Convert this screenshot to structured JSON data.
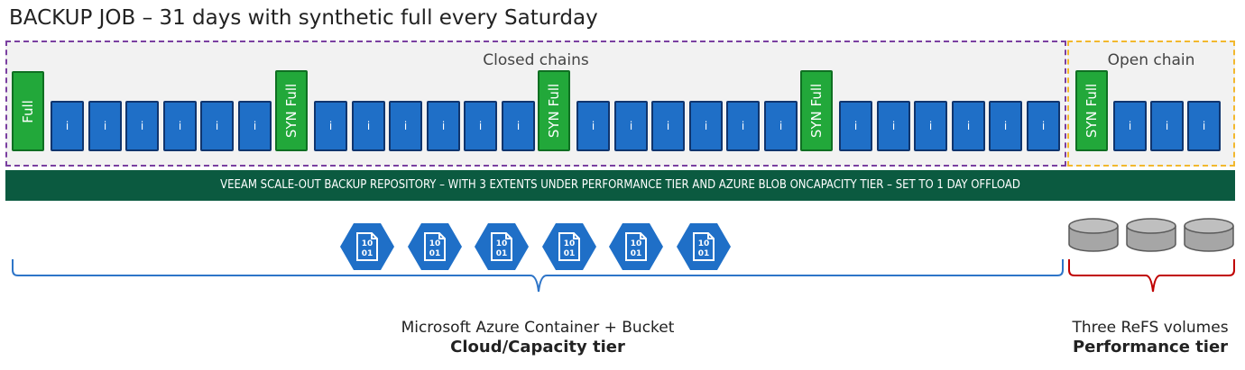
{
  "title": "BACKUP JOB – 31 days with synthetic full every Saturday",
  "zones": {
    "closed_label": "Closed chains",
    "open_label": "Open chain"
  },
  "labels": {
    "full": "Full",
    "syn_full": "SYN Full",
    "incremental": "i"
  },
  "closed_chain_blocks": [
    "Full",
    "i",
    "i",
    "i",
    "i",
    "i",
    "i",
    "SYN Full",
    "i",
    "i",
    "i",
    "i",
    "i",
    "i",
    "SYN Full",
    "i",
    "i",
    "i",
    "i",
    "i",
    "i",
    "SYN Full",
    "i",
    "i",
    "i",
    "i",
    "i",
    "i"
  ],
  "open_chain_blocks": [
    "SYN Full",
    "i",
    "i",
    "i"
  ],
  "repository_banner": "VEEAM SCALE-OUT BACKUP REPOSITORY – WITH 3 EXTENTS UNDER PERFORMANCE TIER AND AZURE BLOB ONCAPACITY TIER – SET TO 1 DAY OFFLOAD",
  "cloud": {
    "object_count": 6,
    "object_glyph_top": "10",
    "object_glyph_bottom": "01",
    "caption": "Microsoft Azure Container + Bucket",
    "tier": "Cloud/Capacity tier"
  },
  "performance": {
    "volume_count": 3,
    "caption": "Three ReFS volumes",
    "tier": "Performance tier"
  },
  "colors": {
    "full_fill": "#22a83a",
    "incremental_fill": "#1f6fc7",
    "banner": "#0b5a40",
    "closed_border": "#7a3fa0",
    "open_border": "#f2b82e",
    "cloud_bracket": "#2e75c8",
    "performance_bracket": "#c00000"
  }
}
